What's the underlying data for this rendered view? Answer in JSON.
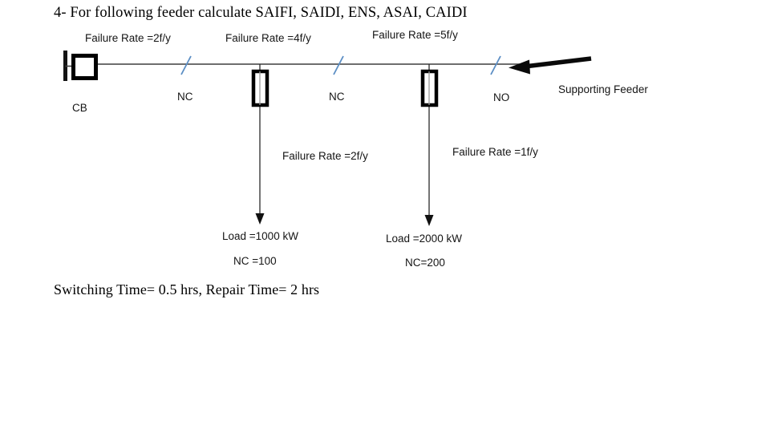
{
  "document": {
    "title": "4- For following feeder calculate SAIFI, SAIDI, ENS, ASAI, CAIDI",
    "note": "Switching Time= 0.5 hrs, Repair Time= 2 hrs"
  },
  "colors": {
    "ink": "#0d0d0d",
    "line": "#3f3f3f",
    "switch_mark": "#5b8ec4",
    "device_outline": "#000000",
    "background": "#ffffff"
  },
  "feeder": {
    "segments": [
      {
        "id": "segment-1",
        "failure_rate_label": "Failure Rate =2f/y"
      },
      {
        "id": "segment-2",
        "failure_rate_label": "Failure Rate =4f/y"
      },
      {
        "id": "segment-3",
        "failure_rate_label": "Failure Rate =5f/y"
      }
    ],
    "branches": [
      {
        "id": "branch-1",
        "failure_rate_label": "Failure Rate =2f/y"
      },
      {
        "id": "branch-2",
        "failure_rate_label": "Failure Rate =1f/y"
      }
    ],
    "devices": [
      {
        "id": "circuit-breaker",
        "label": "CB",
        "type": "circuit-breaker"
      },
      {
        "id": "switch-nc-1",
        "label": "NC",
        "type": "normally-closed-switch"
      },
      {
        "id": "switch-nc-2",
        "label": "NC",
        "type": "normally-closed-switch"
      },
      {
        "id": "switch-no",
        "label": "NO",
        "type": "normally-open-switch"
      }
    ],
    "supporting_feeder_label": "Supporting Feeder",
    "loads": [
      {
        "id": "load-1",
        "power_label": "Load =1000 kW",
        "customers_label": "NC =100"
      },
      {
        "id": "load-2",
        "power_label": "Load =2000 kW",
        "customers_label": "NC=200"
      }
    ]
  }
}
